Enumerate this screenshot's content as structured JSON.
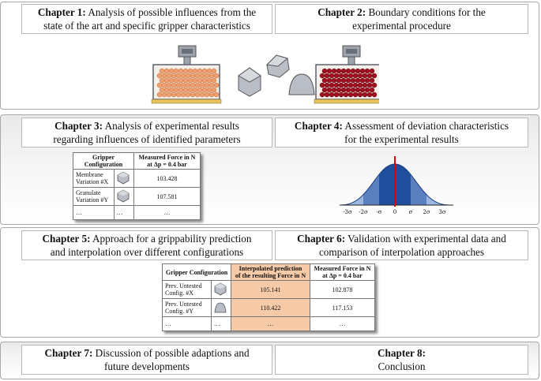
{
  "row1": {
    "left": {
      "bold": "Chapter 1:",
      "line1": " Analysis of possible influences from the",
      "line2": "state of the art and specific gripper characteristics"
    },
    "right": {
      "bold": "Chapter 2:",
      "line1": " Boundary conditions for the",
      "line2": "experimental procedure"
    }
  },
  "row2": {
    "left": {
      "bold": "Chapter 3:",
      "line1": " Analysis of experimental results",
      "line2": "regarding influences of identified parameters"
    },
    "right": {
      "bold": "Chapter 4:",
      "line1": " Assessment of deviation characteristics",
      "line2": "for the experimental results"
    }
  },
  "row3": {
    "left": {
      "bold": "Chapter 5:",
      "line1": " Approach for a grippability prediction",
      "line2": "and interpolation over different configurations"
    },
    "right": {
      "bold": "Chapter 6:",
      "line1": " Validation with experimental data and",
      "line2": "comparison of interpolation approaches"
    }
  },
  "row4": {
    "left": {
      "bold": "Chapter 7:",
      "line1": " Discussion of possible adaptions and",
      "line2": "future developments"
    },
    "right": {
      "bold": "Chapter 8:",
      "line2": "Conclusion"
    }
  },
  "table1": {
    "col1": "Gripper Configuration",
    "col2_line1": "Measured Force in N",
    "col2_line2": "at Δp = 0.4 bar",
    "rows": [
      {
        "name": "Membrane Variation #X",
        "value": "103.428"
      },
      {
        "name": "Granulate Variation #Y",
        "value": "107.581"
      },
      {
        "name": "…",
        "icon": "…",
        "value": "…"
      }
    ]
  },
  "table2": {
    "col1": "Gripper Configuration",
    "col2_line1": "Interpolated prediction",
    "col2_line2": "of the resulting Force in N",
    "col3_line1": "Measured Force in N",
    "col3_line2": "at Δp = 0.4 bar",
    "rows": [
      {
        "name": "Prev. Untested Config. #X",
        "pred": "105.141",
        "meas": "102.878"
      },
      {
        "name": "Prev. Untested Config. #Y",
        "pred": "110.422",
        "meas": "117.153"
      },
      {
        "name": "…",
        "icon": "…",
        "pred": "…",
        "meas": "…"
      }
    ]
  },
  "bell_axis": [
    "-3σ",
    "-2σ",
    "-σ",
    "0",
    "σ",
    "2σ",
    "3σ"
  ],
  "colors": {
    "granulate_left": "#f0a070",
    "granulate_right": "#a01020",
    "bell": "#1f4e9c",
    "bell_light": "#9bb6e0",
    "mean_line": "#e00000",
    "highlight": "#f6c9a7"
  }
}
